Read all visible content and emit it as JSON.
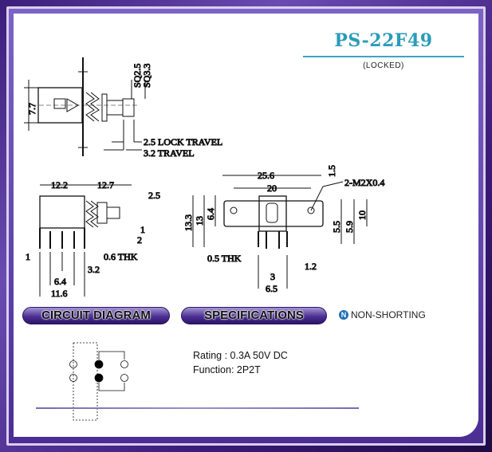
{
  "header": {
    "title": "PS-22F49",
    "subtitle": "(LOCKED)"
  },
  "drawing_top": {
    "dims": {
      "height": "7.7",
      "sq1": "SQ2.5",
      "sq2": "SQ3.3",
      "lock_travel": "2.5 LOCK TRAVEL",
      "travel": "3.2 TRAVEL"
    }
  },
  "drawing_side": {
    "dims": {
      "w1": "12.2",
      "w2": "12.7",
      "d25": "2.5",
      "d1": "1",
      "d2": "2",
      "left1": "1",
      "thk": "0.6 THK",
      "d32": "3.2",
      "d64": "6.4",
      "d116": "11.6"
    }
  },
  "drawing_front": {
    "dims": {
      "w256": "25.6",
      "w20": "20",
      "d15": "1.5",
      "screw": "2-M2X0.4",
      "h133": "13.3",
      "h13": "13",
      "h64": "6.4",
      "h55": "5.5",
      "h59": "5.9",
      "h10": "10",
      "thk": "0.5 THK",
      "d12": "1.2",
      "d3": "3",
      "d65": "6.5"
    }
  },
  "sections": {
    "circuit": "CIRCUIT DIAGRAM",
    "specs": "SPECIFICATIONS",
    "non_shorting": "NON-SHORTING",
    "ns_icon": "N"
  },
  "specs": {
    "rating": "Rating : 0.3A 50V DC",
    "function": "Function: 2P2T"
  },
  "colors": {
    "title": "#2a9cb8",
    "frame": "#3b1d7a"
  }
}
